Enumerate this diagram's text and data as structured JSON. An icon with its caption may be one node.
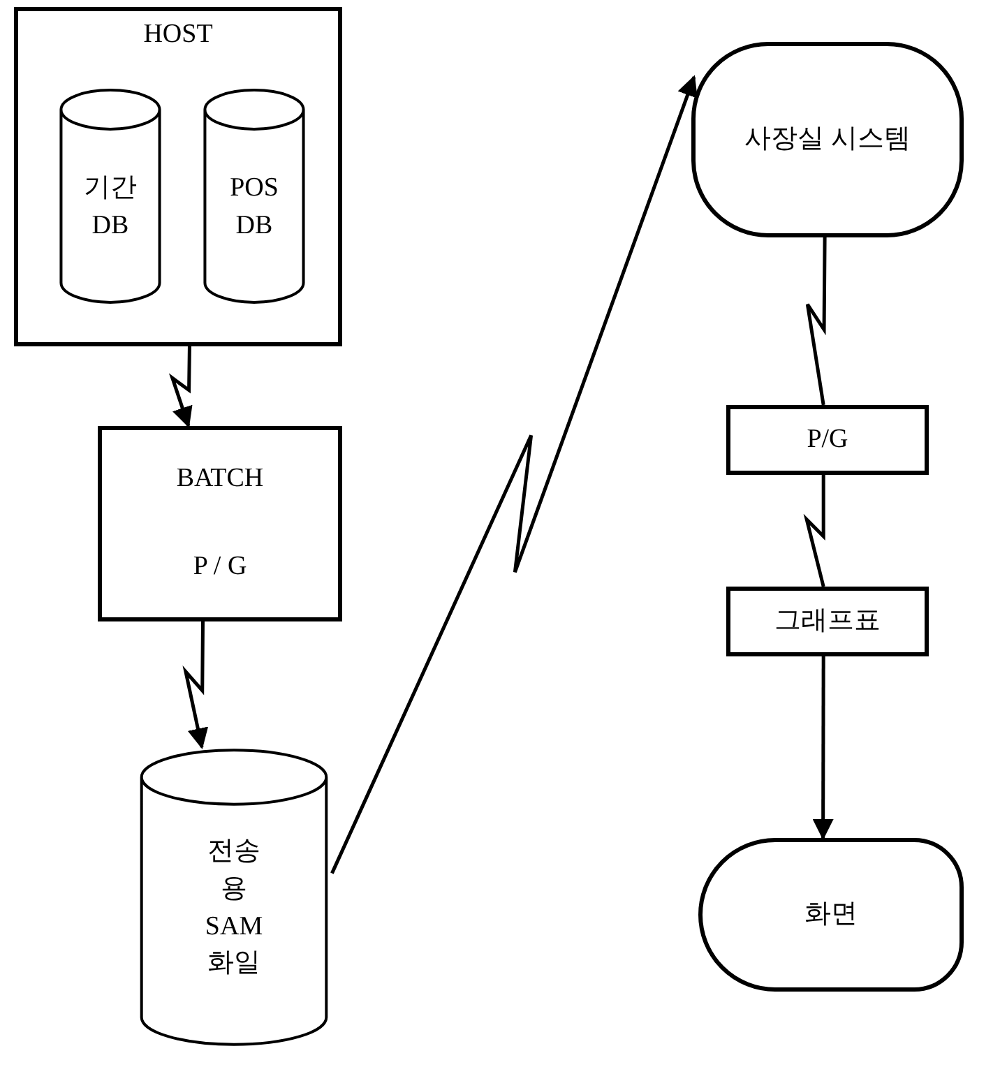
{
  "diagram": {
    "nodes": [
      {
        "text": [
          "HOST"
        ]
      },
      {
        "text": [
          "기간 DB"
        ],
        "in": 0
      },
      {
        "text": [
          "POS DB"
        ],
        "in": 0
      },
      {
        "text": [
          "BATCH",
          "P / G"
        ]
      },
      {
        "text": [
          "전송용 SAM 화일"
        ]
      },
      {
        "text": [
          "사장실 시스템"
        ]
      },
      {
        "text": [
          "P/G"
        ]
      },
      {
        "text": [
          "그래프표"
        ]
      },
      {
        "text": [
          "화면"
        ]
      }
    ],
    "edges": [
      {
        "from": 0,
        "to": 3,
        "arrow": "to"
      },
      {
        "from": 3,
        "to": 4,
        "arrow": "to"
      },
      {
        "from": 4,
        "to": 5,
        "arrow": "to"
      },
      {
        "from": 5,
        "to": 6,
        "arrow": "none"
      },
      {
        "from": 6,
        "to": 7,
        "arrow": "none"
      },
      {
        "from": 7,
        "to": 8,
        "arrow": "to"
      }
    ]
  }
}
